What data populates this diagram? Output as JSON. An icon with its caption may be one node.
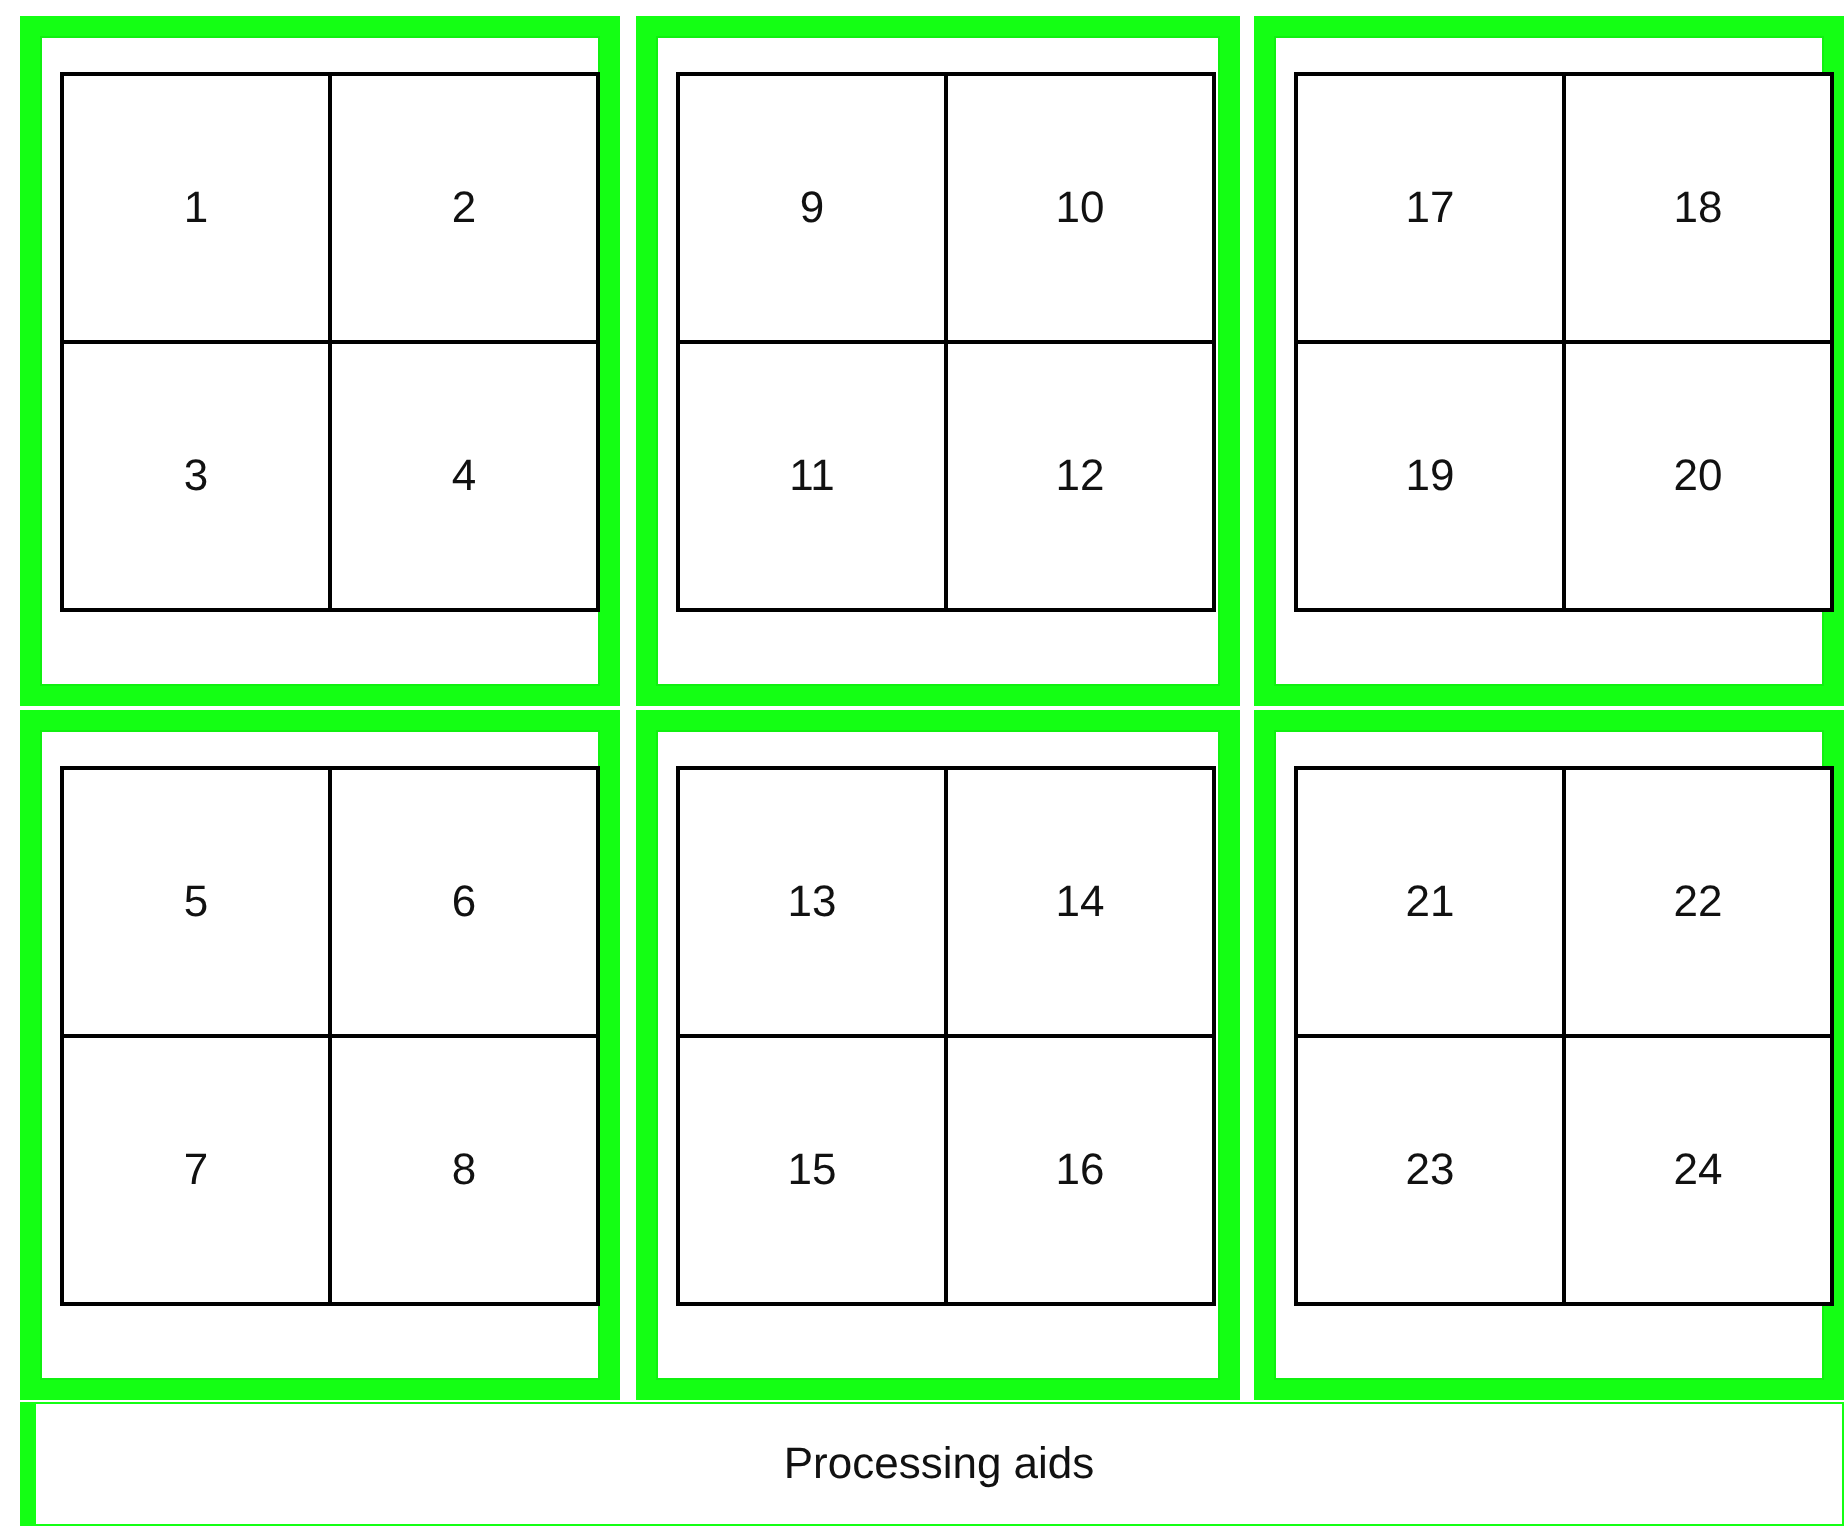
{
  "diagram": {
    "nodes": [
      {
        "text": [],
        "shape": "box"
      },
      {
        "text": [
          "1"
        ],
        "in": 0
      },
      {
        "text": [
          "2"
        ],
        "in": 0
      },
      {
        "text": [
          "3"
        ],
        "in": 0
      },
      {
        "text": [
          "4"
        ],
        "in": 0
      },
      {
        "text": [],
        "shape": "box"
      },
      {
        "text": [
          "9"
        ],
        "in": 5
      },
      {
        "text": [
          "10"
        ],
        "in": 5
      },
      {
        "text": [
          "11"
        ],
        "in": 5
      },
      {
        "text": [
          "12"
        ],
        "in": 5
      },
      {
        "text": [],
        "shape": "box"
      },
      {
        "text": [
          "17"
        ],
        "in": 10
      },
      {
        "text": [
          "18"
        ],
        "in": 10
      },
      {
        "text": [
          "19"
        ],
        "in": 10
      },
      {
        "text": [
          "20"
        ],
        "in": 10
      },
      {
        "text": [],
        "shape": "box"
      },
      {
        "text": [
          "5"
        ],
        "in": 15
      },
      {
        "text": [
          "6"
        ],
        "in": 15
      },
      {
        "text": [
          "7"
        ],
        "in": 15
      },
      {
        "text": [
          "8"
        ],
        "in": 15
      },
      {
        "text": [],
        "shape": "box"
      },
      {
        "text": [
          "13"
        ],
        "in": 20
      },
      {
        "text": [
          "14"
        ],
        "in": 20
      },
      {
        "text": [
          "15"
        ],
        "in": 20
      },
      {
        "text": [
          "16"
        ],
        "in": 20
      },
      {
        "text": [],
        "shape": "box"
      },
      {
        "text": [
          "21"
        ],
        "in": 25
      },
      {
        "text": [
          "22"
        ],
        "in": 25
      },
      {
        "text": [
          "23"
        ],
        "in": 25
      },
      {
        "text": [
          "24"
        ],
        "in": 25
      },
      {
        "text": [
          "Processing aids"
        ]
      }
    ]
  }
}
